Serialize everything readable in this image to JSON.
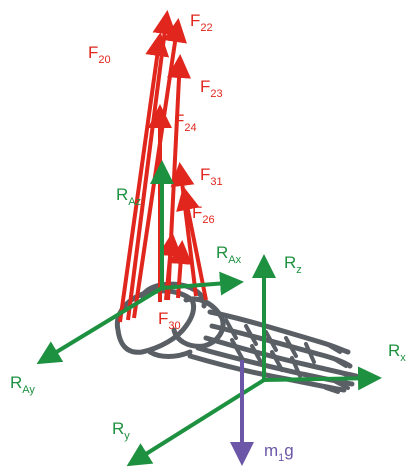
{
  "colors": {
    "muscle": "#e0261d",
    "reaction": "#1e9141",
    "weight": "#6b56a8",
    "bone": "#5a5f66"
  },
  "labels": {
    "f20": {
      "main": "F",
      "sub": "20"
    },
    "f22": {
      "main": "F",
      "sub": "22"
    },
    "f23": {
      "main": "F",
      "sub": "23"
    },
    "f24": {
      "main": "F",
      "sub": "24"
    },
    "f31": {
      "main": "F",
      "sub": "31"
    },
    "f26": {
      "main": "F",
      "sub": "26"
    },
    "f30": {
      "main": "F",
      "sub": "30"
    },
    "raz": {
      "main": "R",
      "sub": "Az"
    },
    "rax": {
      "main": "R",
      "sub": "Ax"
    },
    "ray": {
      "main": "R",
      "sub": "Ay"
    },
    "rz": {
      "main": "R",
      "sub": "z"
    },
    "rx": {
      "main": "R",
      "sub": "x"
    },
    "ry": {
      "main": "R",
      "sub": "y"
    },
    "m1g": {
      "main": "m",
      "sub": "1",
      "tail": "g"
    }
  }
}
